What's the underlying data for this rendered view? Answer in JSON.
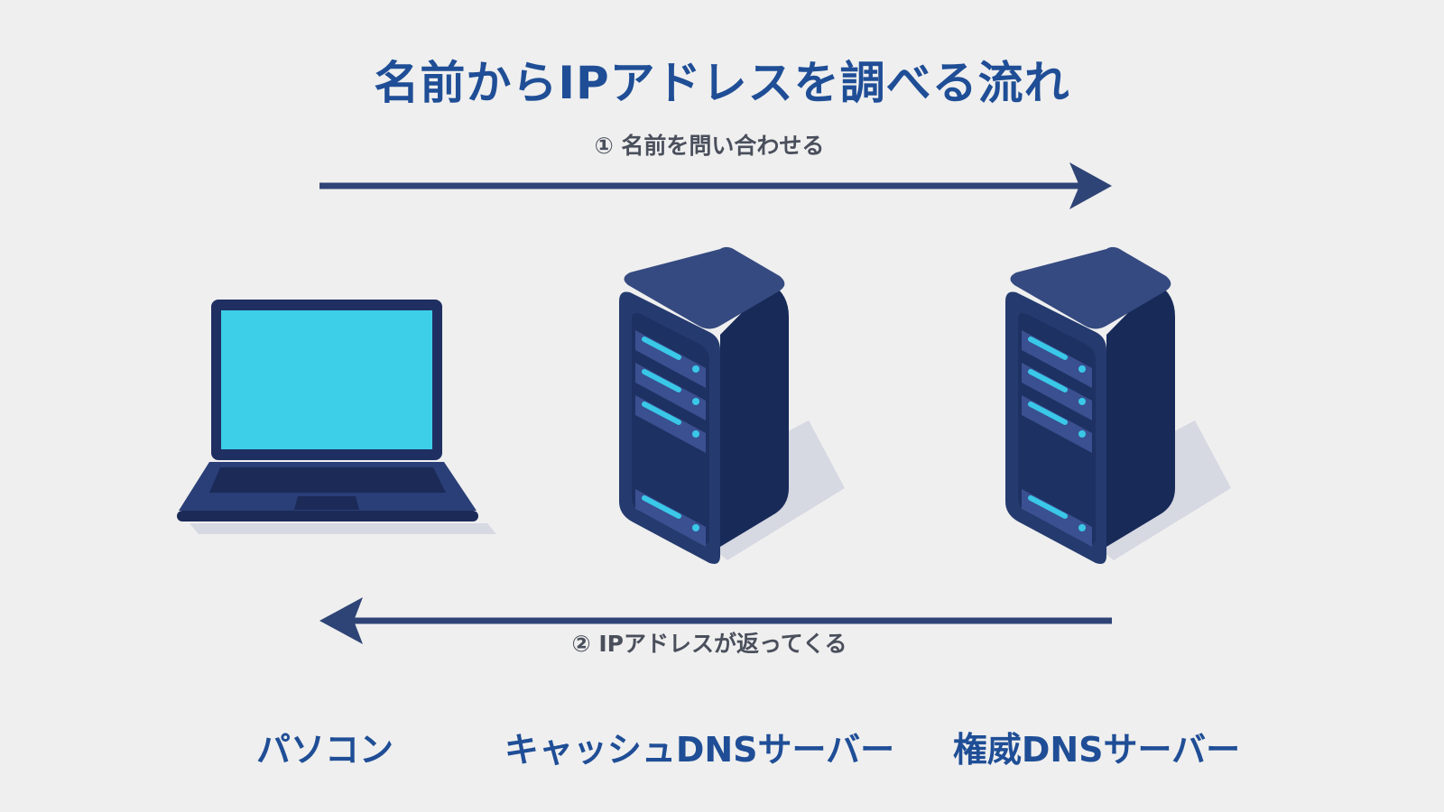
{
  "title": "名前からIPアドレスを調べる流れ",
  "steps": {
    "query": "① 名前を問い合わせる",
    "response": "② IPアドレスが返ってくる"
  },
  "nodes": {
    "pc": "パソコン",
    "cache_dns": "キャッシュDNSサーバー",
    "auth_dns": "権威DNSサーバー"
  },
  "colors": {
    "title": "#1f4e96",
    "arrow": "#2f4476",
    "server_body": "#22376a",
    "led": "#3ac8e8",
    "screen": "#3dcfe8",
    "background": "#efefef"
  }
}
